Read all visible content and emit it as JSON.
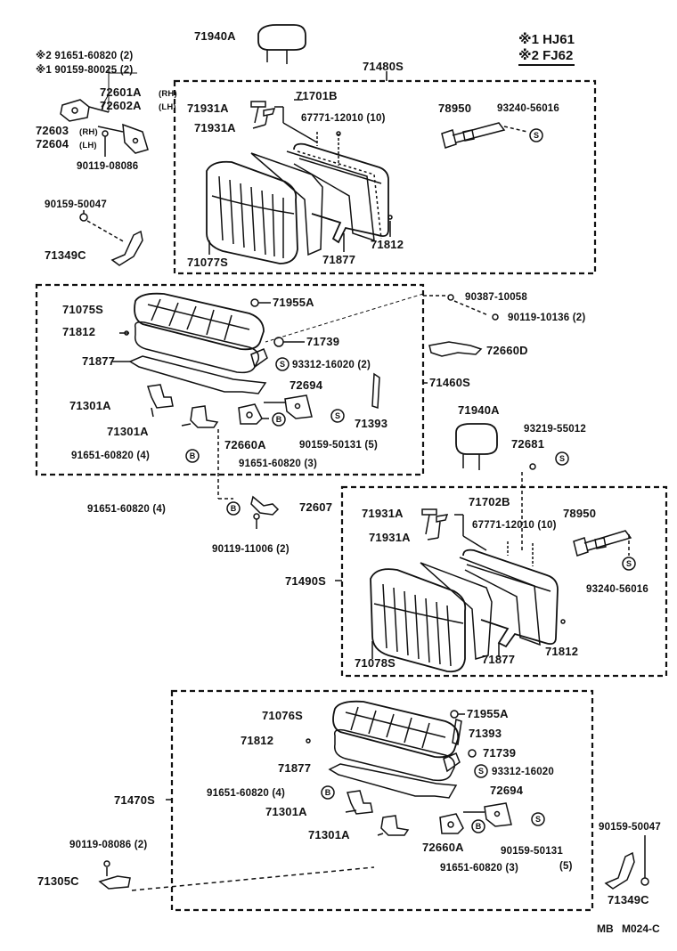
{
  "legend": {
    "line1": "※1 HJ61",
    "line2": "※2 FJ62"
  },
  "labels": {
    "hr_top": "71940A",
    "g_top": "71480S",
    "note2": "※2 91651-60820 (2)",
    "note1": "※1 90159-80025 (2)",
    "h72601": "72601A",
    "rh1": "(RH)",
    "h72602": "72602A",
    "lh1": "(LH)",
    "h72603": "72603",
    "rh2": "(RH)",
    "h72604": "72604",
    "lh2": "(LH)",
    "b08086": "90119-08086",
    "p50047a": "90159-50047",
    "p71349a": "71349C",
    "p71931a1": "71931A",
    "p71931a2": "71931A",
    "p71701": "71701B",
    "p67771a": "67771-12010 (10)",
    "p78950a": "78950",
    "p93240a": "93240-56016",
    "p71077": "71077S",
    "p71877a": "71877",
    "p71812a": "71812",
    "p71075": "71075S",
    "p71812b": "71812",
    "p71877b": "71877",
    "p71955a": "71955A",
    "p71739a": "71739",
    "p93312a": "93312-16020 (2)",
    "p71460": "71460S",
    "p72694a": "72694",
    "p71393a": "71393",
    "p71301a1": "71301A",
    "p71301a2": "71301A",
    "p72660a": "72660A",
    "p50131a": "90159-50131 (5)",
    "p60820a": "91651-60820 (4)",
    "p60820b": "91651-60820 (3)",
    "p90387": "90387-10058",
    "p10136": "90119-10136 (2)",
    "p72660d": "72660D",
    "p71940b": "71940A",
    "p55012": "93219-55012",
    "p72681": "72681",
    "p60820c": "91651-60820 (4)",
    "p72607": "72607",
    "p11006": "90119-11006 (2)",
    "p71702": "71702B",
    "p71931b1": "71931A",
    "p71931b2": "71931A",
    "p67771b": "67771-12010 (10)",
    "p78950b": "78950",
    "p71490": "71490S",
    "p93240b": "93240-56016",
    "p71078": "71078S",
    "p71877c": "71877",
    "p71812c": "71812",
    "p71076": "71076S",
    "p71955b": "71955A",
    "p71812d": "71812",
    "p71393b": "71393",
    "p71739b": "71739",
    "p71877d": "71877",
    "p93312b": "93312-16020",
    "p60820d": "91651-60820 (4)",
    "p72694b": "72694",
    "p71470": "71470S",
    "p71301b1": "71301A",
    "p71301b2": "71301A",
    "p72660b": "72660A",
    "p50131b": "90159-50131",
    "p5": "(5)",
    "p60820e": "91651-60820 (3)",
    "p08086b": "90119-08086 (2)",
    "p71305": "71305C",
    "p50047b": "90159-50047",
    "p71349b": "71349C",
    "ref_mb": "MB",
    "ref_code": "M024-C"
  },
  "markers": {
    "s": "S",
    "b": "B"
  }
}
